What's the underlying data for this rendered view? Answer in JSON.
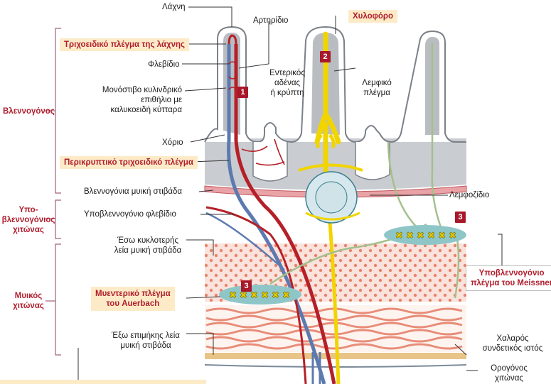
{
  "labels": {
    "lachni": "Λάχνη",
    "artiridio": "Αρτηρίδιο",
    "chylophoro": "Χυλοφόρο",
    "trichoeidiko": "Τριχοειδικό πλέγμα της λάχνης",
    "flevidio": "Φλεβίδιο",
    "enterikos_1": "Εντερικός",
    "enterikos_2": "αδένας",
    "enterikos_3": "ή κρύπτη",
    "lemfiko_1": "Λεμφικό",
    "lemfiko_2": "πλέγμα",
    "monostivo_1": "Μονόστιβο κυλινδρικό",
    "monostivo_2": "επιθήλιο με",
    "monostivo_3": "καλυκοειδή κύτταρα",
    "chorio": "Χόριο",
    "perikryptiko": "Περικρυπτικό τριχοειδικό πλέγμα",
    "vlennogonia_myiki": "Βλεννογόνια μυική στιβάδα",
    "lemfozidio": "Λεμφοζίδιο",
    "ypovlennogonio_flevidio": "Υποβλεννογόνιο φλεβίδιο",
    "eso_1": "Έσω κυκλοτερής",
    "eso_2": "λεία μυική στιβάδα",
    "ypovlennogonio_plegma_1": "Υποβλεννογόνιο",
    "ypovlennogonio_plegma_2": "πλέγμα του Meissner",
    "myenteriko_1": "Μυεντερικό πλέγμα",
    "myenteriko_2": "του Auerbach",
    "exo_1": "Έξω επιμήκης λεία",
    "exo_2": "μυική στιβάδα",
    "chalaros_1": "Χαλαρός",
    "chalaros_2": "συνδετικός ιστός",
    "orogonos_1": "Ορογόνος",
    "orogonos_2": "χιτώνας"
  },
  "layers": {
    "vlennogonos": "Βλεννογόνος",
    "ypo_1": "Υπο-",
    "ypo_2": "βλεννογόνιος",
    "ypo_3": "χιτώνας",
    "myikos_1": "Μυικός",
    "myikos_2": "χιτώνας"
  },
  "markers": {
    "m1": "1",
    "m2": "2",
    "m3a": "3",
    "m3b": "3"
  },
  "colors": {
    "accent": "#b01e2e",
    "artery": "#c0282d",
    "vein": "#5577aa",
    "lymph": "#f0d800",
    "nerve": "#c9d9b8",
    "villus": "#b8bcc0",
    "submucosa": "#d8e6ec",
    "muscle_dots": "#e88c78",
    "plexus": "#8ec6c8",
    "highlight": "#fdebc8"
  }
}
